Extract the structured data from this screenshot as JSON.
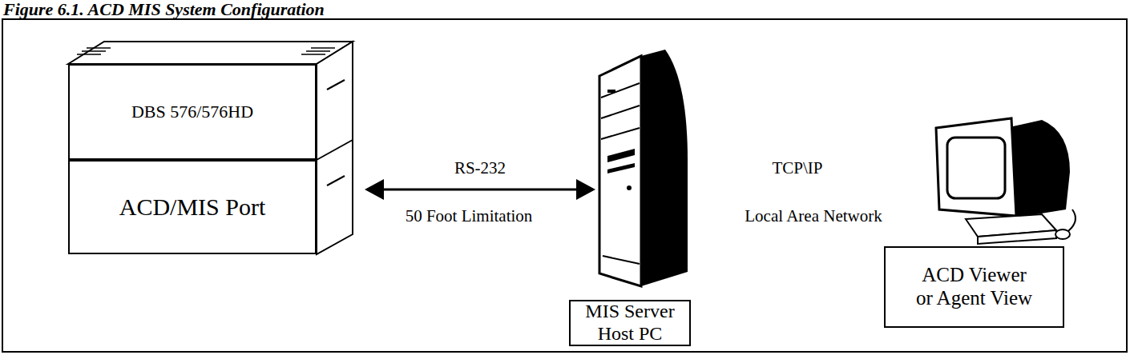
{
  "diagram": {
    "title": "Figure 6.1.  ACD MIS System Configuration",
    "nodes": [
      {
        "text": [
          "DBS 576/576HD"
        ]
      },
      {
        "text": [
          "ACD/MIS Port"
        ]
      },
      {
        "text": [
          "MIS Server Host PC"
        ]
      },
      {
        "text": [
          "ACD Viewer or Agent View"
        ]
      }
    ],
    "edges": [
      {
        "from": 1,
        "to": 2,
        "arrow": "both",
        "label": "RS-232"
      }
    ],
    "labels": [
      "50 Foot Limitation",
      "TCP\\IP",
      "Local Area Network"
    ]
  }
}
